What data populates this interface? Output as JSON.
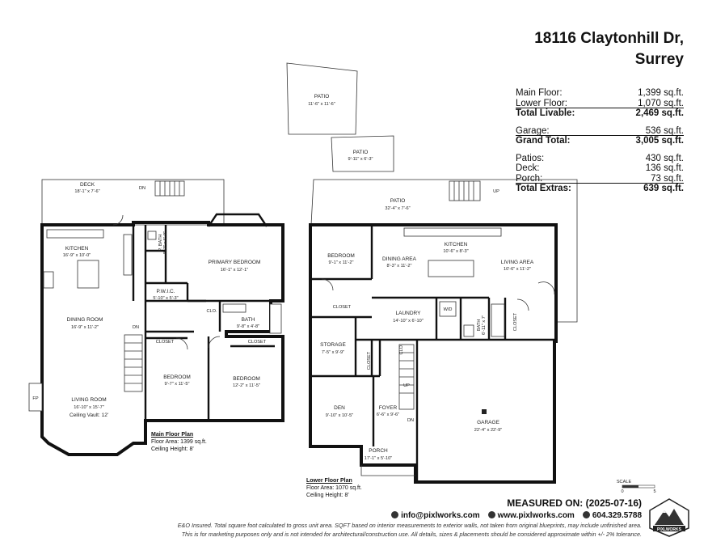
{
  "address": {
    "line1": "18116 Claytonhill Dr,",
    "line2": "Surrey"
  },
  "areas": {
    "main_floor": {
      "label": "Main Floor:",
      "value": "1,399 sq.ft."
    },
    "lower_floor": {
      "label": "Lower Floor:",
      "value": "1,070 sq.ft."
    },
    "total_livable": {
      "label": "Total Livable:",
      "value": "2,469 sq.ft."
    },
    "garage": {
      "label": "Garage:",
      "value": "536 sq.ft."
    },
    "grand_total": {
      "label": "Grand Total:",
      "value": "3,005 sq.ft."
    },
    "patios": {
      "label": "Patios:",
      "value": "430 sq.ft."
    },
    "deck": {
      "label": "Deck:",
      "value": "136 sq.ft."
    },
    "porch": {
      "label": "Porch:",
      "value": "73 sq.ft."
    },
    "total_extras": {
      "label": "Total Extras:",
      "value": "639 sq.ft."
    }
  },
  "main_plan": {
    "title": "Main Floor Plan",
    "area": "Floor Area: 1399 sq.ft.",
    "ceiling": "Ceiling Height: 8'",
    "rooms": {
      "deck": {
        "name": "DECK",
        "dim": "18'-1\" x 7'-6\""
      },
      "kitchen": {
        "name": "KITCHEN",
        "dim": "16'-9\" x 10'-0\""
      },
      "pbath": {
        "name": "P. BATH",
        "dim": "8'-2\" x 5'-9\""
      },
      "primary": {
        "name": "PRIMARY BEDROOM",
        "dim": "16'-1\" x 12'-1\""
      },
      "pwic": {
        "name": "P.W.I.C.",
        "dim": "5'-10\" x 5'-3\""
      },
      "bath": {
        "name": "BATH",
        "dim": "9'-8\" x 4'-8\""
      },
      "dining": {
        "name": "DINING ROOM",
        "dim": "16'-9\" x 11'-2\""
      },
      "bed2": {
        "name": "BEDROOM",
        "dim": "9'-7\" x 11'-5\""
      },
      "bed3": {
        "name": "BEDROOM",
        "dim": "12'-2\" x 11'-5\""
      },
      "living": {
        "name": "LIVING ROOM",
        "dim": "16'-10\" x 15'-7\"",
        "extra": "Ceiling Vault: 12'"
      }
    },
    "labels": {
      "closet": "CLOSET",
      "clo": "CLO.",
      "dn": "DN",
      "fp": "FP"
    }
  },
  "lower_plan": {
    "title": "Lower Floor Plan",
    "area": "Floor Area: 1070 sq.ft.",
    "ceiling": "Ceiling Height: 8'",
    "rooms": {
      "patio1": {
        "name": "PATIO",
        "dim": "11'-6\" x 11'-6\""
      },
      "patio2": {
        "name": "PATIO",
        "dim": "9'-11\" x 6'-3\""
      },
      "patio3": {
        "name": "PATIO",
        "dim": "32'-4\" x 7'-6\""
      },
      "bedroom": {
        "name": "BEDROOM",
        "dim": "9'-1\" x 11'-2\""
      },
      "dining": {
        "name": "DINING AREA",
        "dim": "8'-3\" x 11'-2\""
      },
      "kitchen": {
        "name": "KITCHEN",
        "dim": "10'-6\" x 8'-3\""
      },
      "living": {
        "name": "LIVING AREA",
        "dim": "10'-6\" x 11'-2\""
      },
      "laundry": {
        "name": "LAUNDRY",
        "dim": "14'-10\" x 6'-10\""
      },
      "bath": {
        "name": "BATH",
        "dim": "6'-11\" x 7'"
      },
      "storage": {
        "name": "STORAGE",
        "dim": "7'-5\" x 9'-9\""
      },
      "den": {
        "name": "DEN",
        "dim": "9'-10\" x 10'-5\""
      },
      "foyer": {
        "name": "FOYER",
        "dim": "6'-6\" x 9'-6\""
      },
      "garage": {
        "name": "GARAGE",
        "dim": "22'-4\" x 22'-9\""
      },
      "porch": {
        "name": "PORCH",
        "dim": "17'-1\" x 5'-10\""
      }
    },
    "labels": {
      "closet": "CLOSET",
      "clo": "CLO.",
      "wd": "W/D",
      "up": "UP",
      "dn": "DN"
    }
  },
  "scale": {
    "label": "SCALE",
    "min": "0",
    "max": "5"
  },
  "measured": "MEASURED ON: (2025-07-16)",
  "contact": {
    "email": "info@pixlworks.com",
    "web": "www.pixlworks.com",
    "phone": "604.329.5788"
  },
  "disclaimer": {
    "line1": "E&O Insured.  Total square foot calculated to gross unit area. SQFT based on interior measurements to exterior walls, not taken from original blueprints, may include unfinished area.",
    "line2": "This is for marketing purposes only and is not intended for architectural/construction use.  All details, sizes & placements should be considered approximate within +/- 2% tolerance."
  },
  "logo": {
    "text": "PIXLWORKS"
  }
}
